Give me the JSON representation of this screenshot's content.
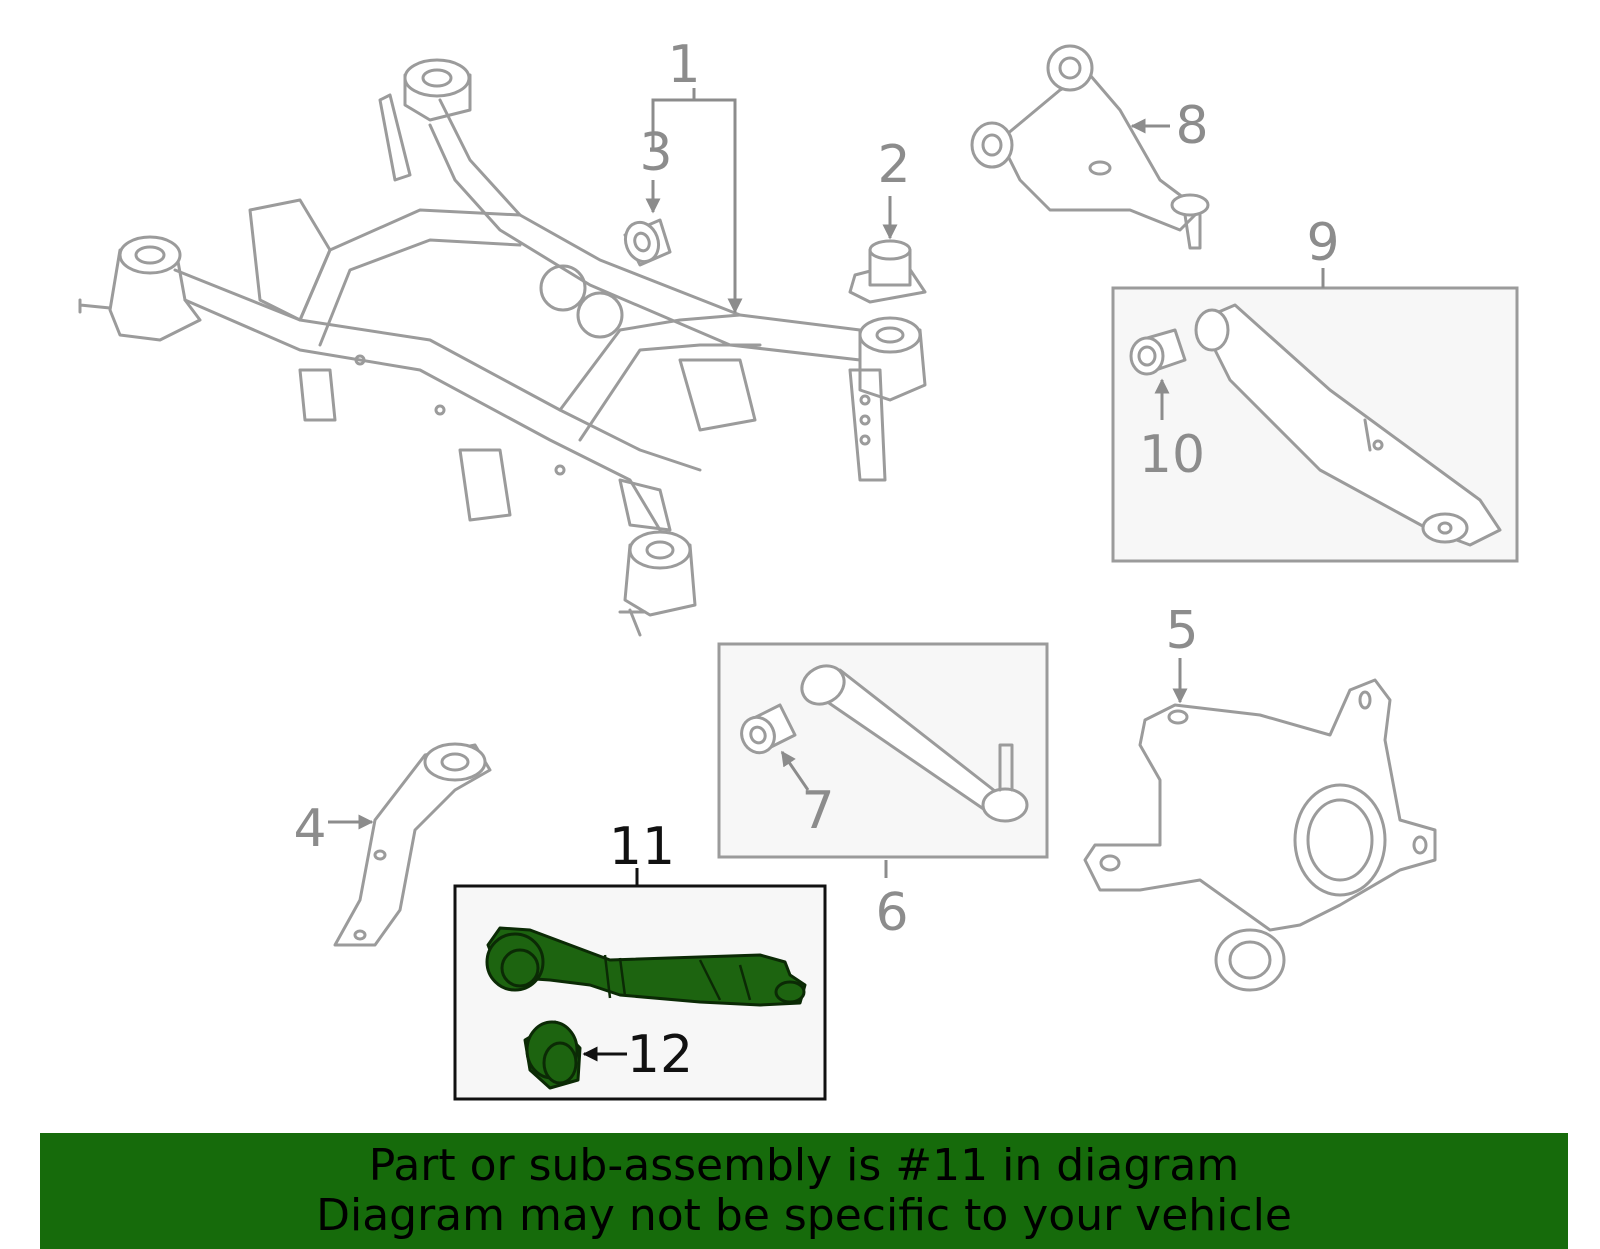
{
  "callouts": {
    "c1": "1",
    "c2": "2",
    "c3": "3",
    "c4": "4",
    "c5": "5",
    "c6": "6",
    "c7": "7",
    "c8": "8",
    "c9": "9",
    "c10": "10",
    "c11": "11",
    "c12": "12"
  },
  "highlight_color": "#1d6410",
  "banner": {
    "color": "#166b0b",
    "line1": "Part or sub-assembly is #11 in diagram",
    "line2": "Diagram may not be specific to your vehicle"
  }
}
